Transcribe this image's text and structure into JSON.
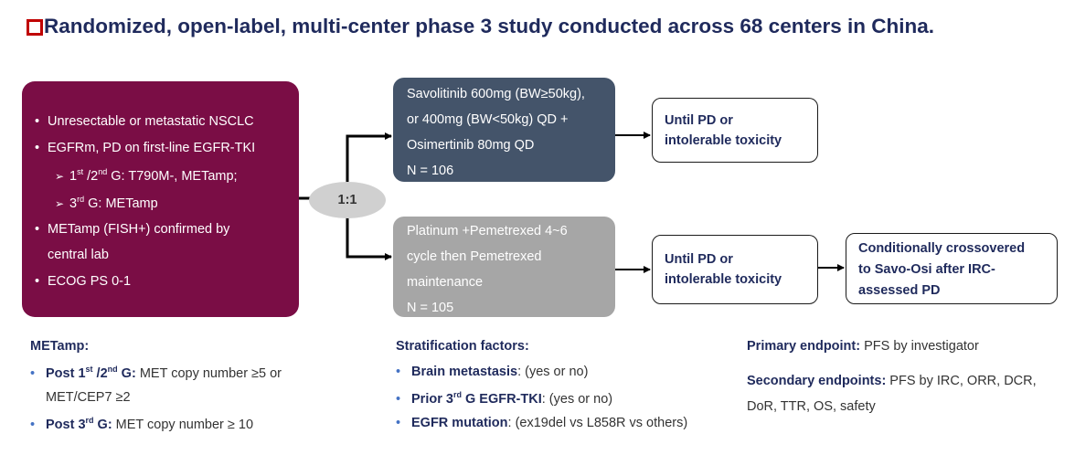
{
  "title": "Randomized, open-label, multi-center phase 3 study conducted across 68 centers in China.",
  "eligibility": {
    "items": [
      "Unresectable or metastatic NSCLC",
      "EGFRm, PD on first-line EGFR-TKI",
      "METamp (FISH+) confirmed by",
      "central lab",
      "ECOG PS 0-1"
    ],
    "sub_items": [
      {
        "pre": "1",
        "sup1": "st",
        "mid": " /2",
        "sup2": "nd",
        "post": " G: T790M-, METamp;"
      },
      {
        "pre": "3",
        "sup1": "rd",
        "post": " G: METamp"
      }
    ]
  },
  "randomization_ratio": "1:1",
  "arm1": {
    "lines": [
      "Savolitinib 600mg (BW≥50kg),",
      "or 400mg (BW<50kg) QD +",
      "Osimertinib 80mg QD",
      "N = 106"
    ]
  },
  "arm2": {
    "lines": [
      "Platinum +Pemetrexed 4~6",
      "cycle then Pemetrexed",
      "maintenance",
      "N = 105"
    ]
  },
  "outcome1": {
    "lines": [
      "Until PD or",
      "intolerable toxicity"
    ]
  },
  "outcome2": {
    "lines": [
      "Until PD or",
      "intolerable toxicity"
    ]
  },
  "outcome3": {
    "lines": [
      "Conditionally crossovered",
      "to Savo-Osi after IRC-",
      "assessed PD"
    ]
  },
  "metamp": {
    "header": "METamp:",
    "item1_bold_a": "Post 1",
    "item1_sup1": "st",
    "item1_bold_b": " /2",
    "item1_sup2": "nd",
    "item1_bold_c": " G:",
    "item1_text": " MET copy number ≥5 or",
    "item1_cont": "MET/CEP7 ≥2",
    "item2_bold_a": "Post 3",
    "item2_sup": "rd",
    "item2_bold_b": " G:",
    "item2_text": " MET copy number ≥ 10"
  },
  "stratification": {
    "header": "Stratification factors:",
    "f1_bold": "Brain metastasis",
    "f1_text": ": (yes or no)",
    "f2_bold_a": "Prior 3",
    "f2_sup": "rd",
    "f2_bold_b": " G EGFR-TKI",
    "f2_text": ": (yes or no)",
    "f3_bold": "EGFR mutation",
    "f3_text": ": (ex19del vs L858R vs others)"
  },
  "endpoints": {
    "primary_label": "Primary endpoint:",
    "primary_text": " PFS by investigator",
    "secondary_label": "Secondary endpoints:",
    "secondary_text": " PFS by IRC, ORR, DCR,",
    "secondary_cont": "DoR, TTR,  OS, safety"
  },
  "colors": {
    "title": "#1f2a5c",
    "square": "#c00000",
    "eligibility_box": "#7a0d45",
    "arm1_box": "#44546a",
    "arm2_box": "#a6a6a6",
    "bullet": "#4472c4"
  }
}
